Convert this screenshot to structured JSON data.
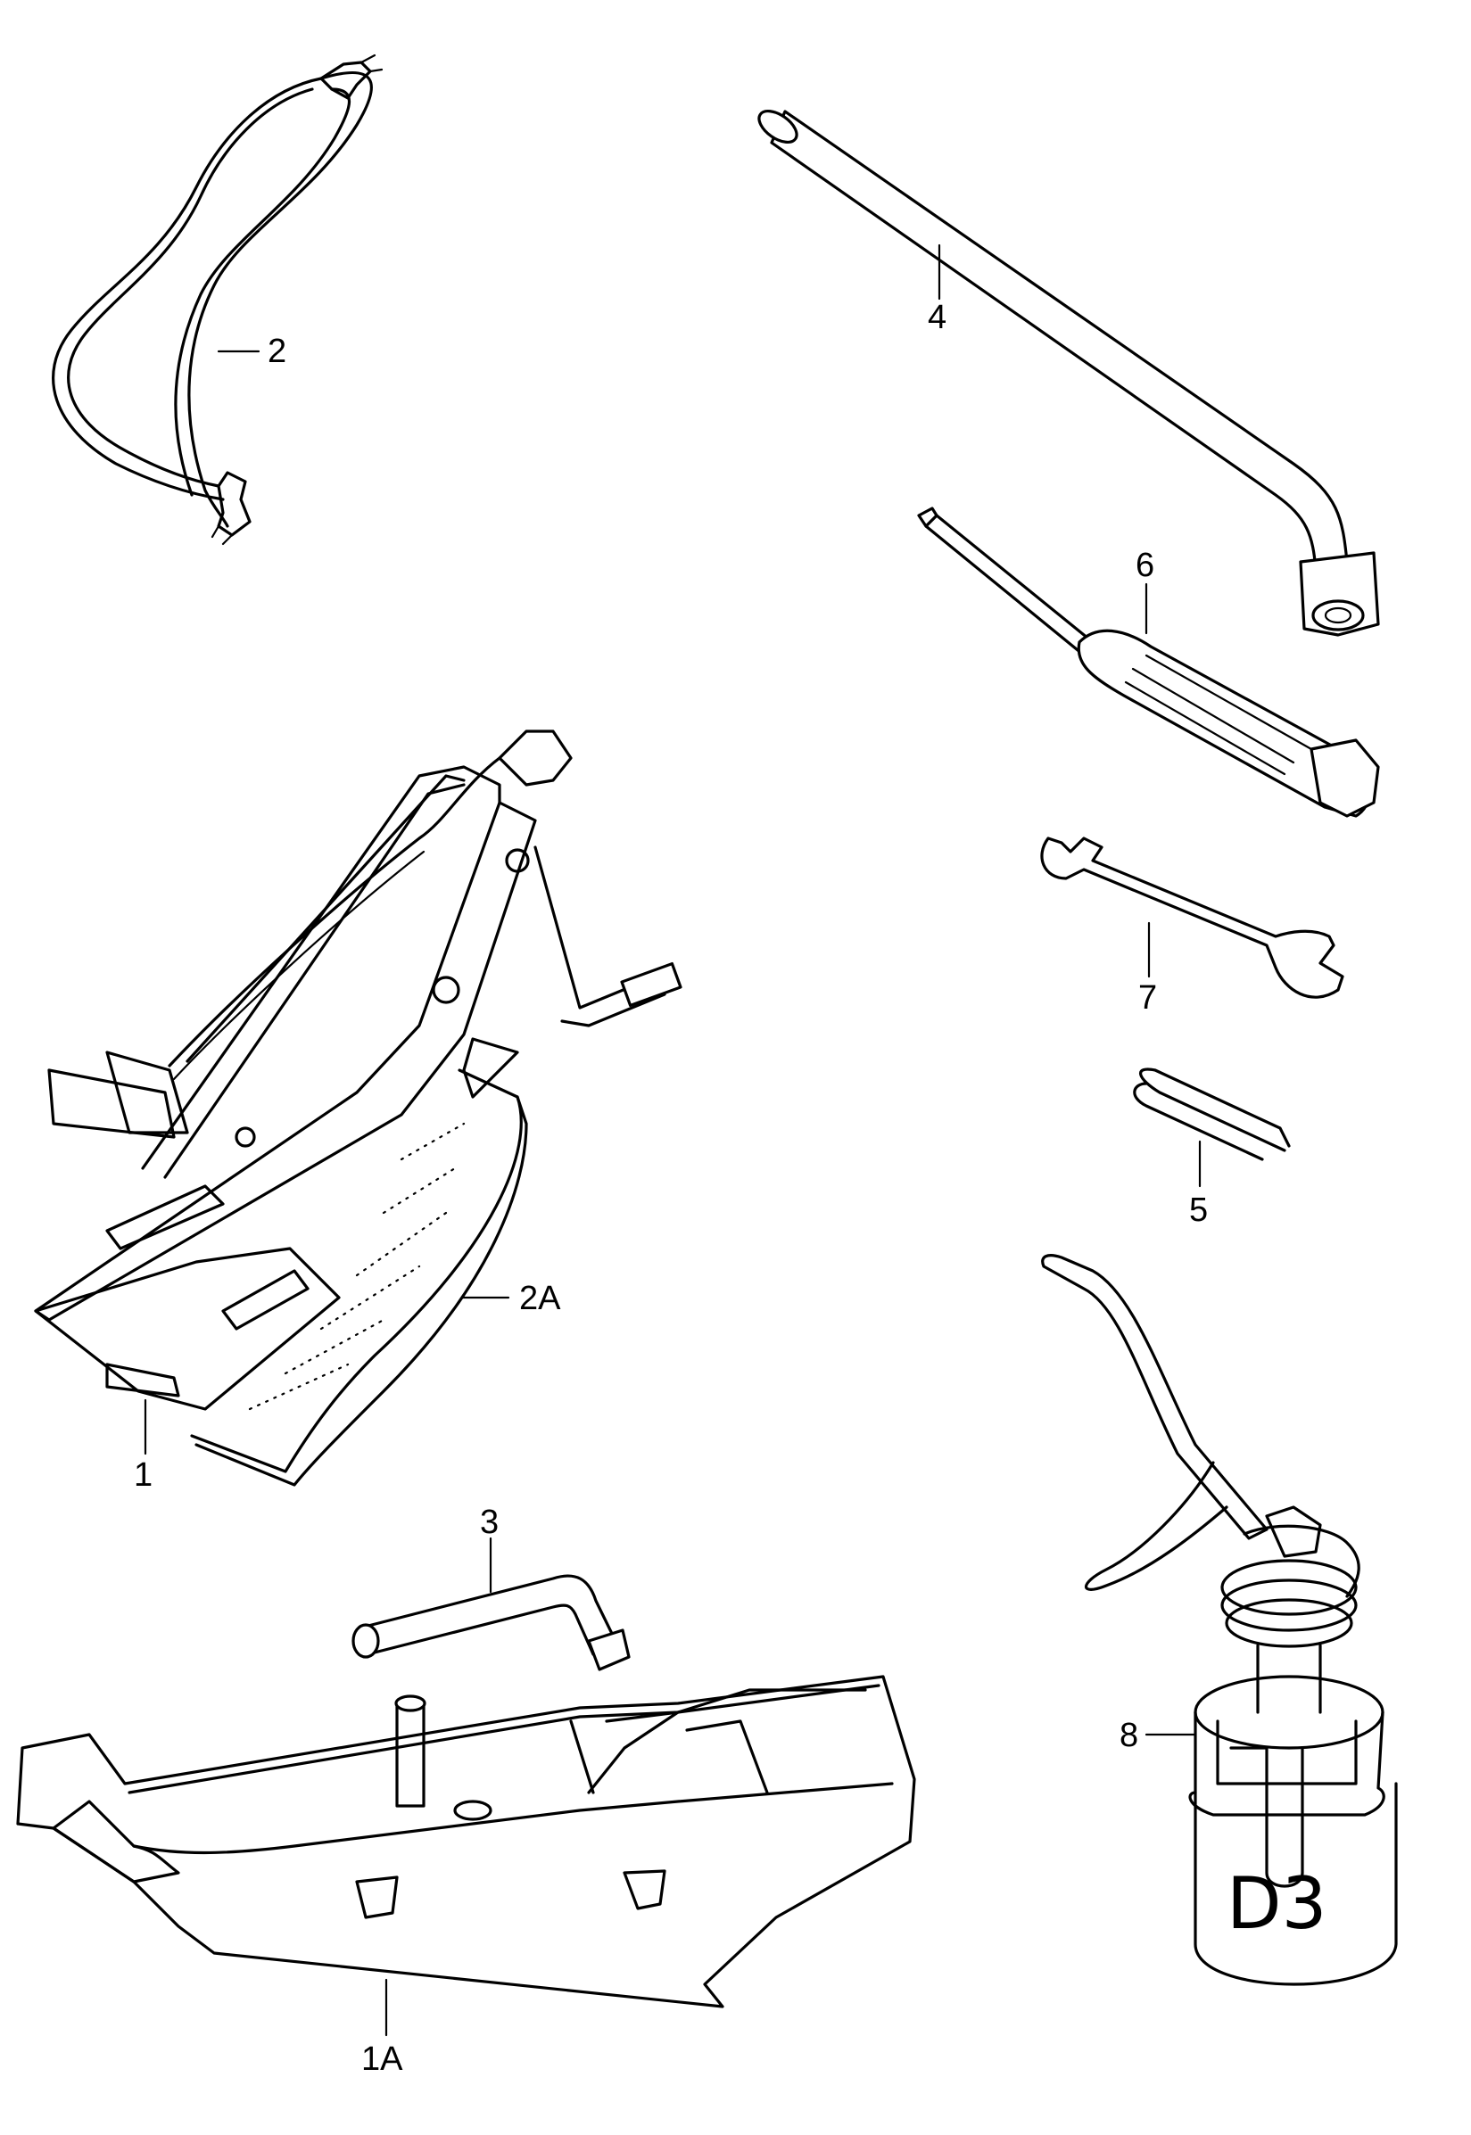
{
  "diagram": {
    "callouts": [
      {
        "id": "c2",
        "text": "2"
      },
      {
        "id": "c4",
        "text": "4"
      },
      {
        "id": "c6",
        "text": "6"
      },
      {
        "id": "c7",
        "text": "7"
      },
      {
        "id": "c5",
        "text": "5"
      },
      {
        "id": "c2A",
        "text": "2A"
      },
      {
        "id": "c1",
        "text": "1"
      },
      {
        "id": "c3",
        "text": "3"
      },
      {
        "id": "c8",
        "text": "8"
      },
      {
        "id": "c1A",
        "text": "1A"
      }
    ],
    "oil_can_marking": "D3"
  }
}
